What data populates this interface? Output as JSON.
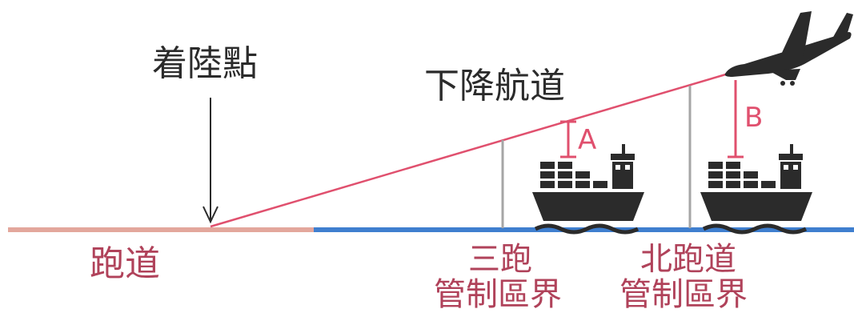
{
  "labels": {
    "touchdown_point": "着陸點",
    "glide_path": "下降航道",
    "runway": "跑道",
    "zone_a_line1": "三跑",
    "zone_a_line2": "管制區界",
    "zone_b_line1": "北跑道",
    "zone_b_line2": "管制區界",
    "clearance_a": "A",
    "clearance_b": "B"
  },
  "icons": [
    "airplane-icon",
    "container-ship-icon"
  ],
  "colors": {
    "runway": "#e3a79c",
    "water": "#3f7fcf",
    "glide_path": "#e0506e",
    "boundary": "#a6a6a6",
    "ship": "#2b2b2b",
    "label_dark": "#2b2b2b",
    "label_red": "#b0425a"
  }
}
